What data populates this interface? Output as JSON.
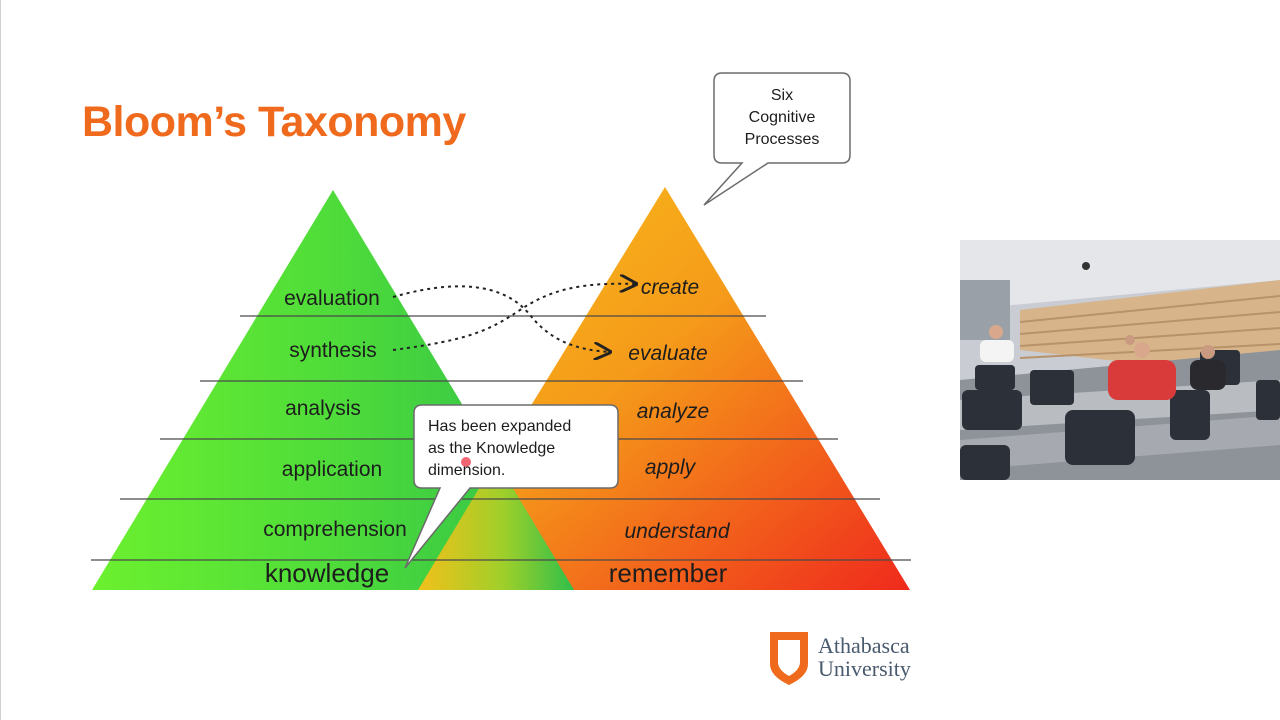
{
  "slide": {
    "title": "Bloom’s Taxonomy"
  },
  "original_taxonomy": {
    "levels": [
      "evaluation",
      "synthesis",
      "analysis",
      "application",
      "comprehension",
      "knowledge"
    ]
  },
  "revised_taxonomy": {
    "levels": [
      "create",
      "evaluate",
      "analyze",
      "apply",
      "understand",
      "remember"
    ]
  },
  "callouts": {
    "cognitive": {
      "line1": "Six",
      "line2": "Cognitive",
      "line3": "Processes"
    },
    "knowledge": {
      "line1": "Has been expanded",
      "line2": "as the Knowledge",
      "line3": "dimension."
    }
  },
  "logo": {
    "line1": "Athabasca",
    "line2": "University"
  },
  "colors": {
    "title": "#ef6a1c",
    "green_pyramid": "#3fcf3a",
    "orange_pyramid_top": "#f7a51c",
    "orange_pyramid_bottom": "#ee2e1c",
    "logo_shield": "#ef6a1c",
    "logo_text": "#4a5a6e"
  }
}
